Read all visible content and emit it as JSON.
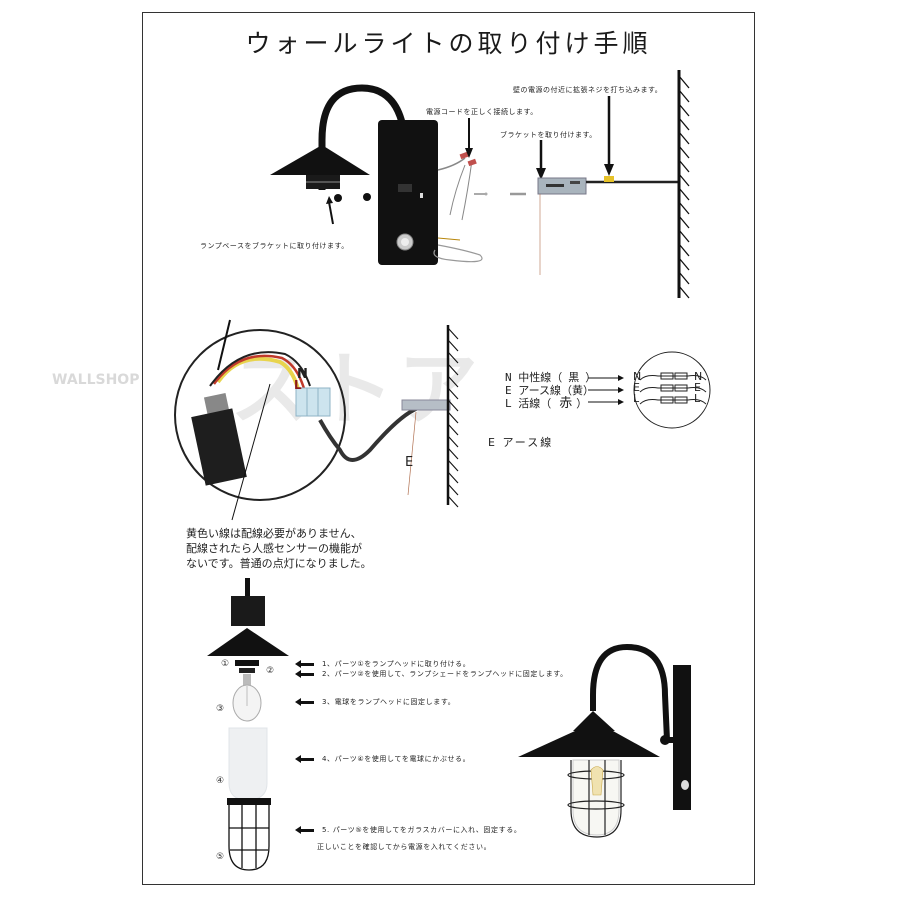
{
  "document": {
    "title": "ウォールライトの取り付け手順"
  },
  "section1": {
    "notes": {
      "wall_screw": "壁の電源の付近に拡張ネジを打ち込みます。",
      "power_cord": "電源コードを正しく接続します。",
      "bracket": "ブラケットを取り付けます。",
      "lamp_base": "ランプベースをブラケットに取り付けます。"
    }
  },
  "section2": {
    "watermark": "ストア",
    "watermark_small": "WALLSHOP",
    "wire_labels": {
      "n": "N",
      "l": "L",
      "e": "E"
    },
    "legend": [
      {
        "code": "N",
        "label": "中性線（",
        "color": "黒",
        "close": "）"
      },
      {
        "code": "E",
        "label": "アース線（",
        "color": "黄",
        "close": "）"
      },
      {
        "code": "L",
        "label": "活線（",
        "color": "赤",
        "close": "）"
      }
    ],
    "terminal_labels_left": [
      "N",
      "E",
      "L"
    ],
    "terminal_labels_right": [
      "N",
      "E",
      "L"
    ],
    "earth_wire_label": "E アース線",
    "sensor_note": [
      "黄色い線は配線必要がありません、",
      "配線されたら人感センサーの機能が",
      "ないです。普通の点灯になりました。"
    ]
  },
  "section3": {
    "part_numbers": [
      "①",
      "②",
      "③",
      "④",
      "⑤"
    ],
    "steps": [
      "1、パーツ①をランプヘッドに取り付ける。",
      "2、パーツ②を使用して、ランプシェードをランプヘッドに固定します。",
      "3、電球をランプヘッドに固定します。",
      "4、パーツ④を使用してを電球にかぶせる。",
      "5. パーツ⑤を使用してをガラスカバーに入れ、固定する。"
    ],
    "final_note": "正しいことを確認してから電源を入れてください。"
  }
}
